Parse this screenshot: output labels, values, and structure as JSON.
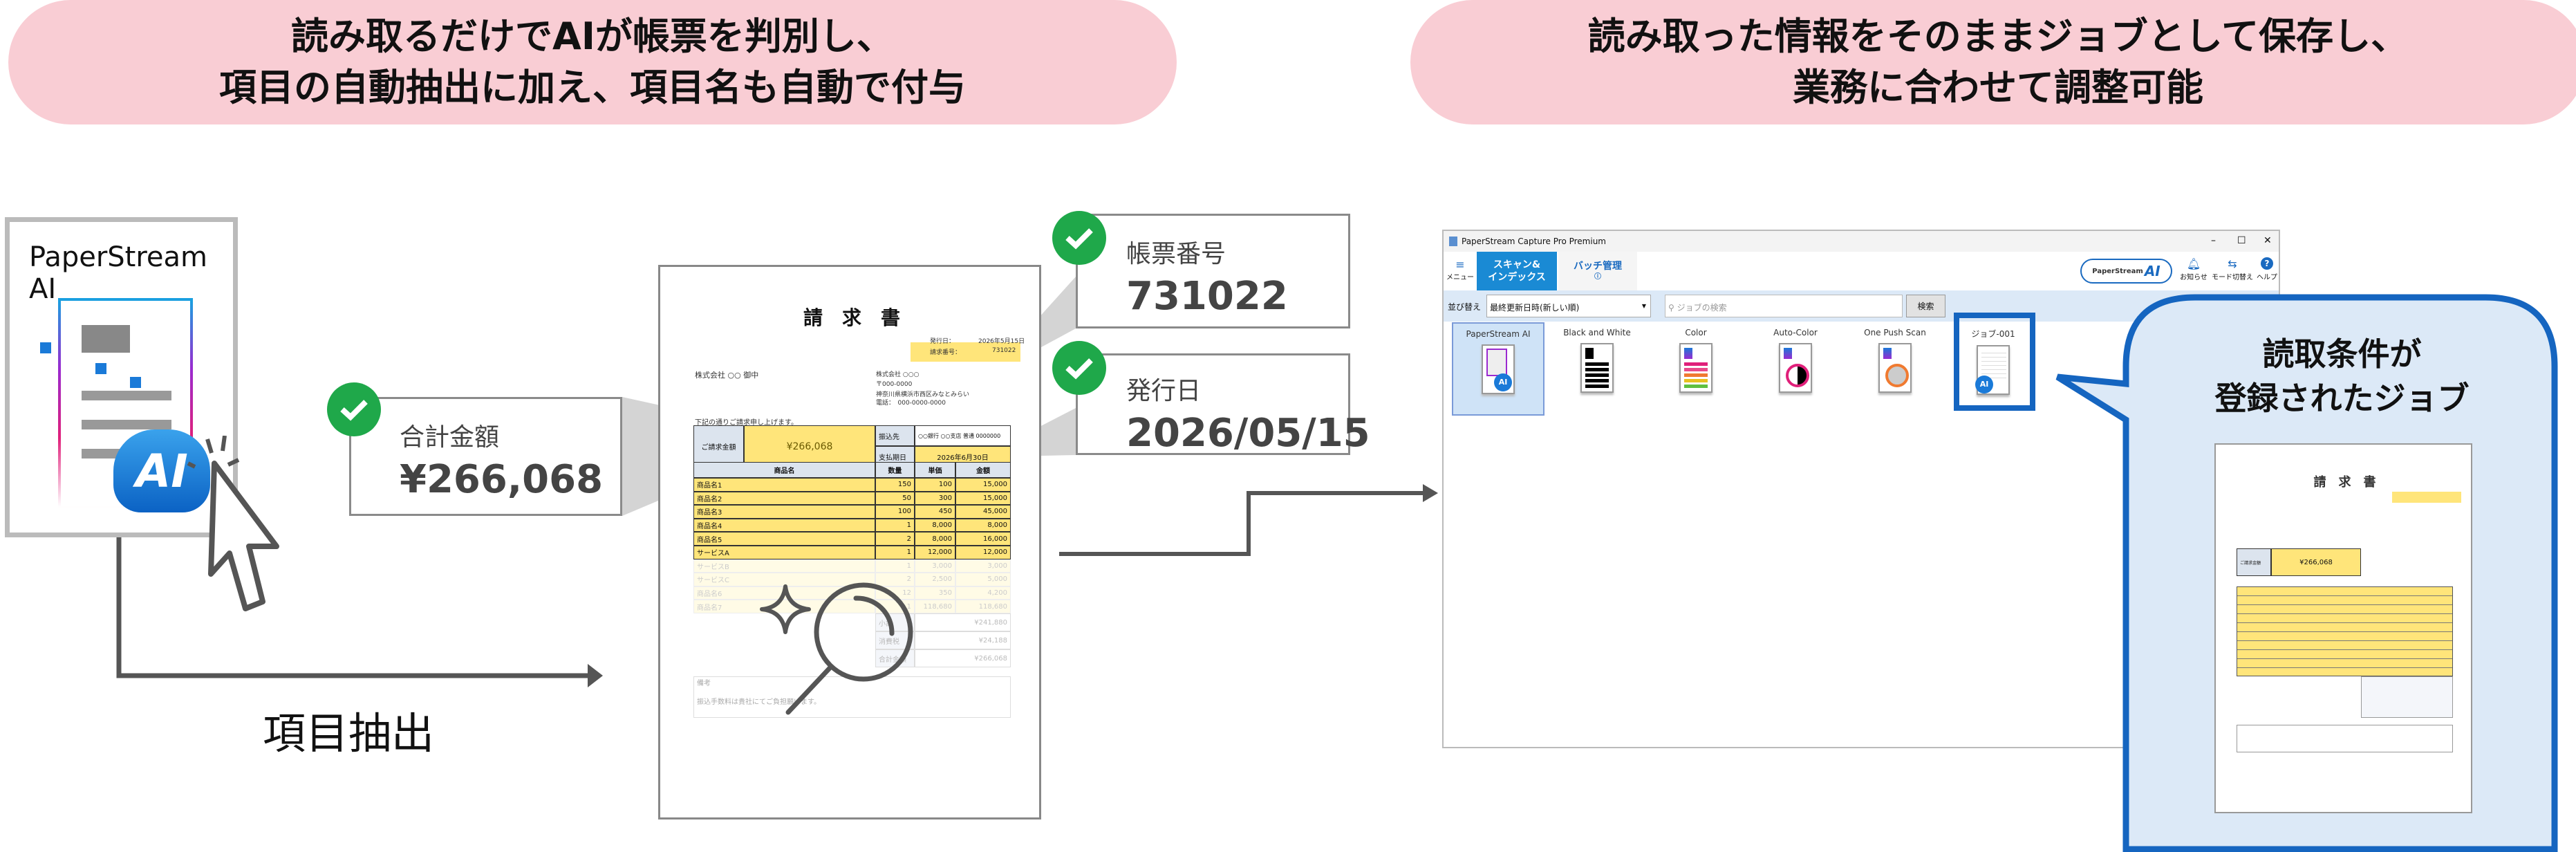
{
  "banners": {
    "left": [
      "読み取るだけでAIが帳票を判別し、",
      "項目の自動抽出に加え、項目名も自動で付与"
    ],
    "right": [
      "読み取った情報をそのままジョブとして保存し、",
      "業務に合わせて調整可能"
    ]
  },
  "app_icon": {
    "label": "PaperStream AI",
    "badge": "AI"
  },
  "extract_label": "項目抽出",
  "callouts": [
    {
      "label": "合計金額",
      "value": "¥266,068"
    },
    {
      "label": "帳票番号",
      "value": "731022"
    },
    {
      "label": "発行日",
      "value": "2026/05/15"
    }
  ],
  "doc": {
    "title": "請　求　書",
    "issue_label": "発行日：",
    "issue_value": "2026年5月15日",
    "number_label": "請求番号：",
    "number_value": "731022",
    "to": "株式会社 ○○ 御中",
    "from": [
      "株式会社 ○○○",
      "〒000-0000",
      "神奈川県横浜市西区みなとみらい",
      "電話：　000-0000-0000"
    ],
    "intro": "下記の通りご請求申し上げます。",
    "amount_label": "ご請求金額",
    "amount": "¥266,068",
    "bank_label": "振込先",
    "bank_value": "○○銀行 ○○支店 普通 0000000",
    "due_label": "支払期日",
    "due_value": "2026年6月30日",
    "headers": [
      "商品名",
      "数量",
      "単価",
      "金額"
    ],
    "rows": [
      [
        "商品名1",
        "150",
        "100",
        "15,000"
      ],
      [
        "商品名2",
        "50",
        "300",
        "15,000"
      ],
      [
        "商品名3",
        "100",
        "450",
        "45,000"
      ],
      [
        "商品名4",
        "1",
        "8,000",
        "8,000"
      ],
      [
        "商品名5",
        "2",
        "8,000",
        "16,000"
      ],
      [
        "サービスA",
        "1",
        "12,000",
        "12,000"
      ],
      [
        "サービスB",
        "1",
        "3,000",
        "3,000"
      ],
      [
        "サービスC",
        "2",
        "2,500",
        "5,000"
      ],
      [
        "商品名6",
        "12",
        "350",
        "4,200"
      ],
      [
        "商品名7",
        "1",
        "118,680",
        "118,680"
      ]
    ],
    "totals": [
      [
        "小計",
        "¥241,880"
      ],
      [
        "消費税",
        "¥24,188"
      ],
      [
        "合計金額",
        "¥266,068"
      ]
    ],
    "memo_label": "備考",
    "memo": "振込手数料は貴社にてご負担願います。"
  },
  "app": {
    "title": "PaperStream Capture Pro Premium",
    "menu": "メニュー",
    "tab_scan": [
      "スキャン&",
      "インデックス"
    ],
    "tab_batch": "バッチ管理",
    "logo": "PaperStream",
    "logo_ai": "AI",
    "notify": "お知らせ",
    "mode": "モード切替え",
    "help": "ヘルプ",
    "sort_label": "並び替え",
    "sort_value": "最終更新日時(新しい順)",
    "search_placeholder": "ジョブの検索",
    "search_button": "検索",
    "jobs": [
      "PaperStream AI",
      "Black and White",
      "Color",
      "Auto-Color",
      "One Push Scan",
      "ジョブ-001"
    ]
  },
  "bubble": [
    "読取条件が",
    "登録されたジョブ"
  ],
  "colors": {
    "banner": "#f9cdd4",
    "check": "#1fa84a",
    "accent": "#1565c0",
    "tab": "#1a8ad4",
    "highlight": "#ffe57a",
    "bubble": "#dce9f7"
  }
}
